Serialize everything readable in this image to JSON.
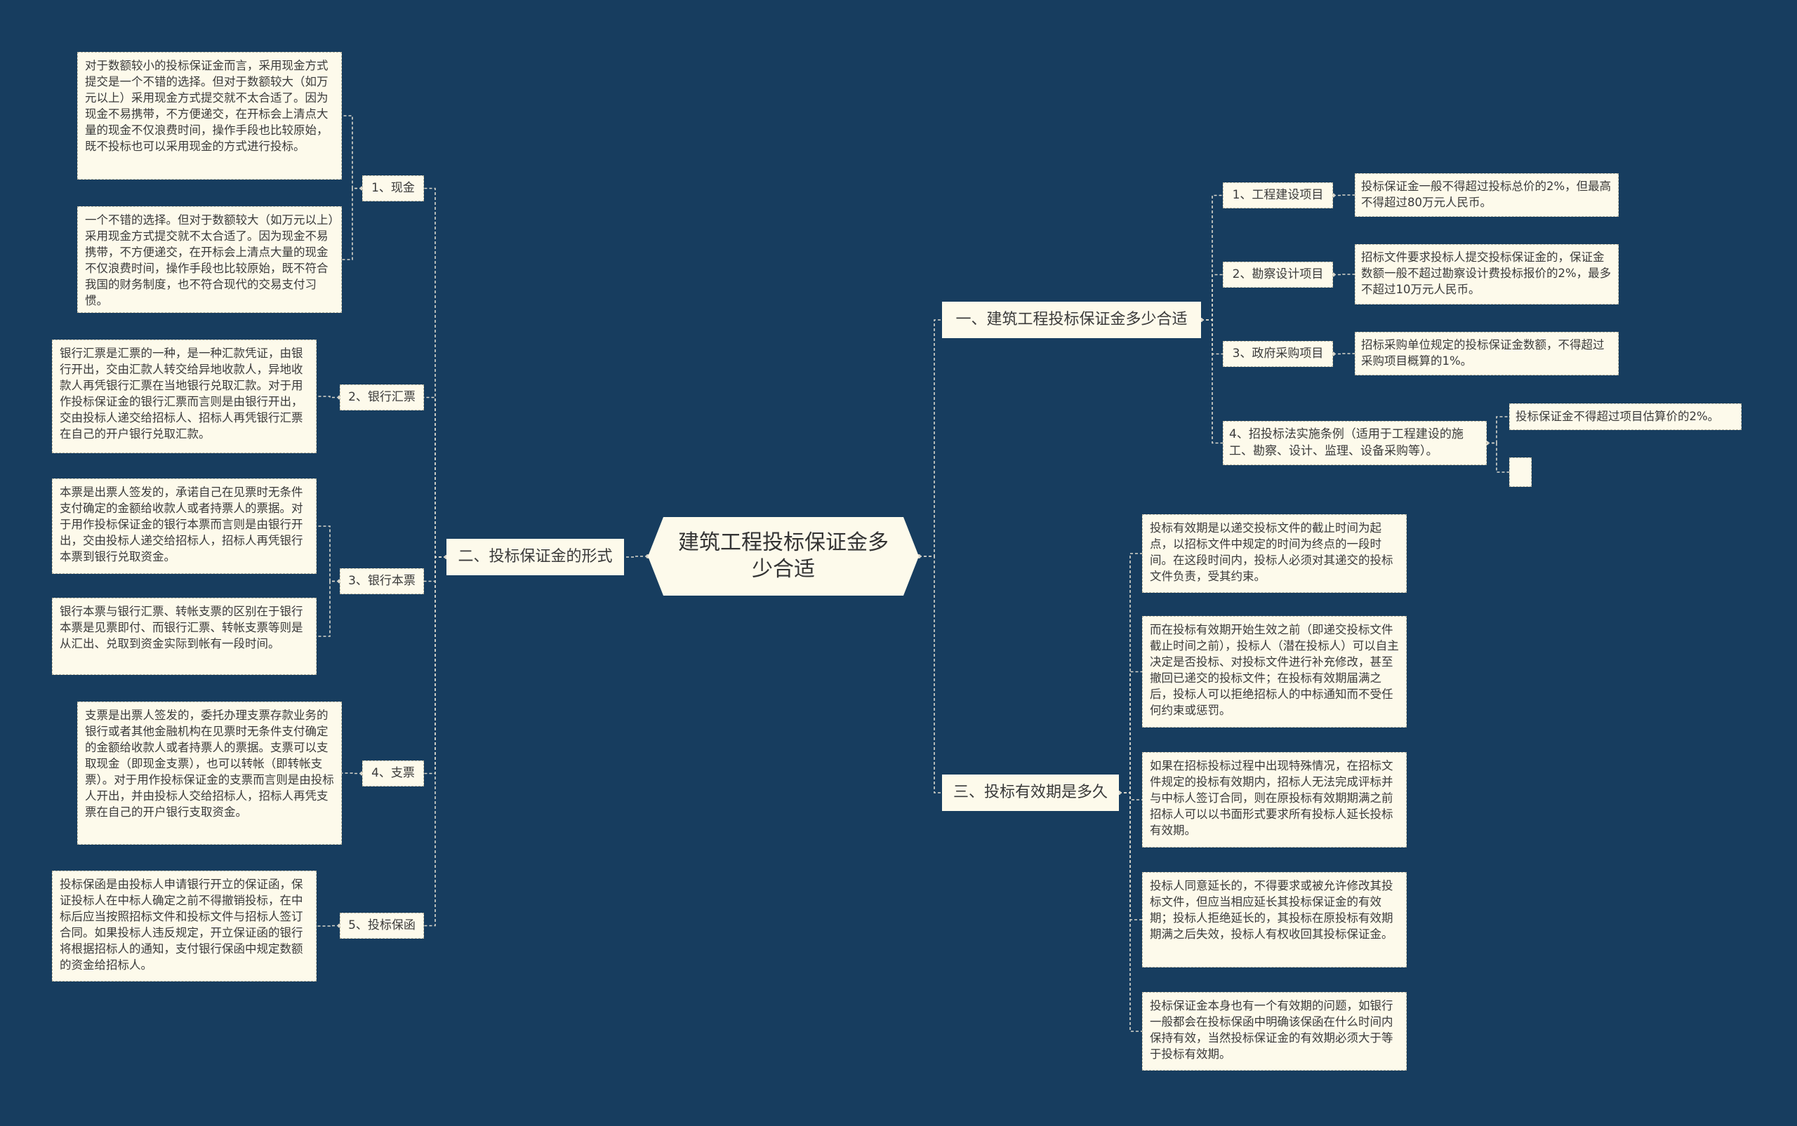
{
  "diagram": {
    "root": "建筑工程投标保证金多少合适",
    "branch_right_1": {
      "label": "一、建筑工程投标保证金多少合适",
      "items": [
        {
          "label": "1、工程建设项目",
          "detail": "投标保证金一般不得超过投标总价的2%，但最高不得超过80万元人民币。"
        },
        {
          "label": "2、勘察设计项目",
          "detail": "招标文件要求投标人提交投标保证金的，保证金数额一般不超过勘察设计费投标报价的2%，最多不超过10万元人民币。"
        },
        {
          "label": "3、政府采购项目",
          "detail": "招标采购单位规定的投标保证金数额，不得超过采购项目概算的1%。"
        },
        {
          "label": "4、招投标法实施条例（适用于工程建设的施工、勘察、设计、监理、设备采购等）。",
          "detail": "投标保证金不得超过项目估算价的2%。",
          "detail2": ""
        }
      ]
    },
    "branch_right_3": {
      "label": "三、投标有效期是多久",
      "details": [
        "投标有效期是以递交投标文件的截止时间为起点，以招标文件中规定的时间为终点的一段时间。在这段时间内，投标人必须对其递交的投标文件负责，受其约束。",
        "而在投标有效期开始生效之前（即递交投标文件截止时间之前），投标人（潜在投标人）可以自主决定是否投标、对投标文件进行补充修改，甚至撤回已递交的投标文件；在投标有效期届满之后，投标人可以拒绝招标人的中标通知而不受任何约束或惩罚。",
        "如果在招标投标过程中出现特殊情况，在招标文件规定的投标有效期内，招标人无法完成评标并与中标人签订合同，则在原投标有效期期满之前招标人可以以书面形式要求所有投标人延长投标有效期。",
        "投标人同意延长的，不得要求或被允许修改其投标文件，但应当相应延长其投标保证金的有效期；投标人拒绝延长的，其投标在原投标有效期期满之后失效，投标人有权收回其投标保证金。",
        "投标保证金本身也有一个有效期的问题，如银行一般都会在投标保函中明确该保函在什么时间内保持有效，当然投标保证金的有效期必须大于等于投标有效期。"
      ]
    },
    "branch_left_2": {
      "label": "二、投标保证金的形式",
      "items": [
        {
          "label": "1、现金",
          "details": [
            "对于数额较小的投标保证金而言，采用现金方式提交是一个不错的选择。但对于数额较大（如万元以上）采用现金方式提交就不太合适了。因为现金不易携带，不方便递交，在开标会上清点大量的现金不仅浪费时间，操作手段也比较原始，既不投标也可以采用现金的方式进行投标。",
            "一个不错的选择。但对于数额较大（如万元以上）采用现金方式提交就不太合适了。因为现金不易携带，不方便递交，在开标会上清点大量的现金不仅浪费时间，操作手段也比较原始，既不符合我国的财务制度，也不符合现代的交易支付习惯。"
          ]
        },
        {
          "label": "2、银行汇票",
          "details": [
            "银行汇票是汇票的一种，是一种汇款凭证，由银行开出，交由汇款人转交给异地收款人，异地收款人再凭银行汇票在当地银行兑取汇款。对于用作投标保证金的银行汇票而言则是由银行开出，交由投标人递交给招标人、招标人再凭银行汇票在自己的开户银行兑取汇款。"
          ]
        },
        {
          "label": "3、银行本票",
          "details": [
            "本票是出票人签发的，承诺自己在见票时无条件支付确定的金额给收款人或者持票人的票据。对于用作投标保证金的银行本票而言则是由银行开出，交由投标人递交给招标人，招标人再凭银行本票到银行兑取资金。",
            "银行本票与银行汇票、转帐支票的区别在于银行本票是见票即付、而银行汇票、转帐支票等则是从汇出、兑取到资金实际到帐有一段时间。"
          ]
        },
        {
          "label": "4、支票",
          "details": [
            "支票是出票人签发的，委托办理支票存款业务的银行或者其他金融机构在见票时无条件支付确定的金额给收款人或者持票人的票据。支票可以支取现金（即现金支票），也可以转帐（即转帐支票）。对于用作投标保证金的支票而言则是由投标人开出，并由投标人交给招标人，招标人再凭支票在自己的开户银行支取资金。"
          ]
        },
        {
          "label": "5、投标保函",
          "details": [
            "投标保函是由投标人申请银行开立的保证函，保证投标人在中标人确定之前不得撤销投标，在中标后应当按照招标文件和投标文件与招标人签订合同。如果投标人违反规定，开立保证函的银行将根据招标人的通知，支付银行保函中规定数额的资金给招标人。"
          ]
        }
      ]
    }
  },
  "colors": {
    "background": "#173d5f",
    "node_fill": "#fdfaeb",
    "connector": "#d8d6cc"
  }
}
